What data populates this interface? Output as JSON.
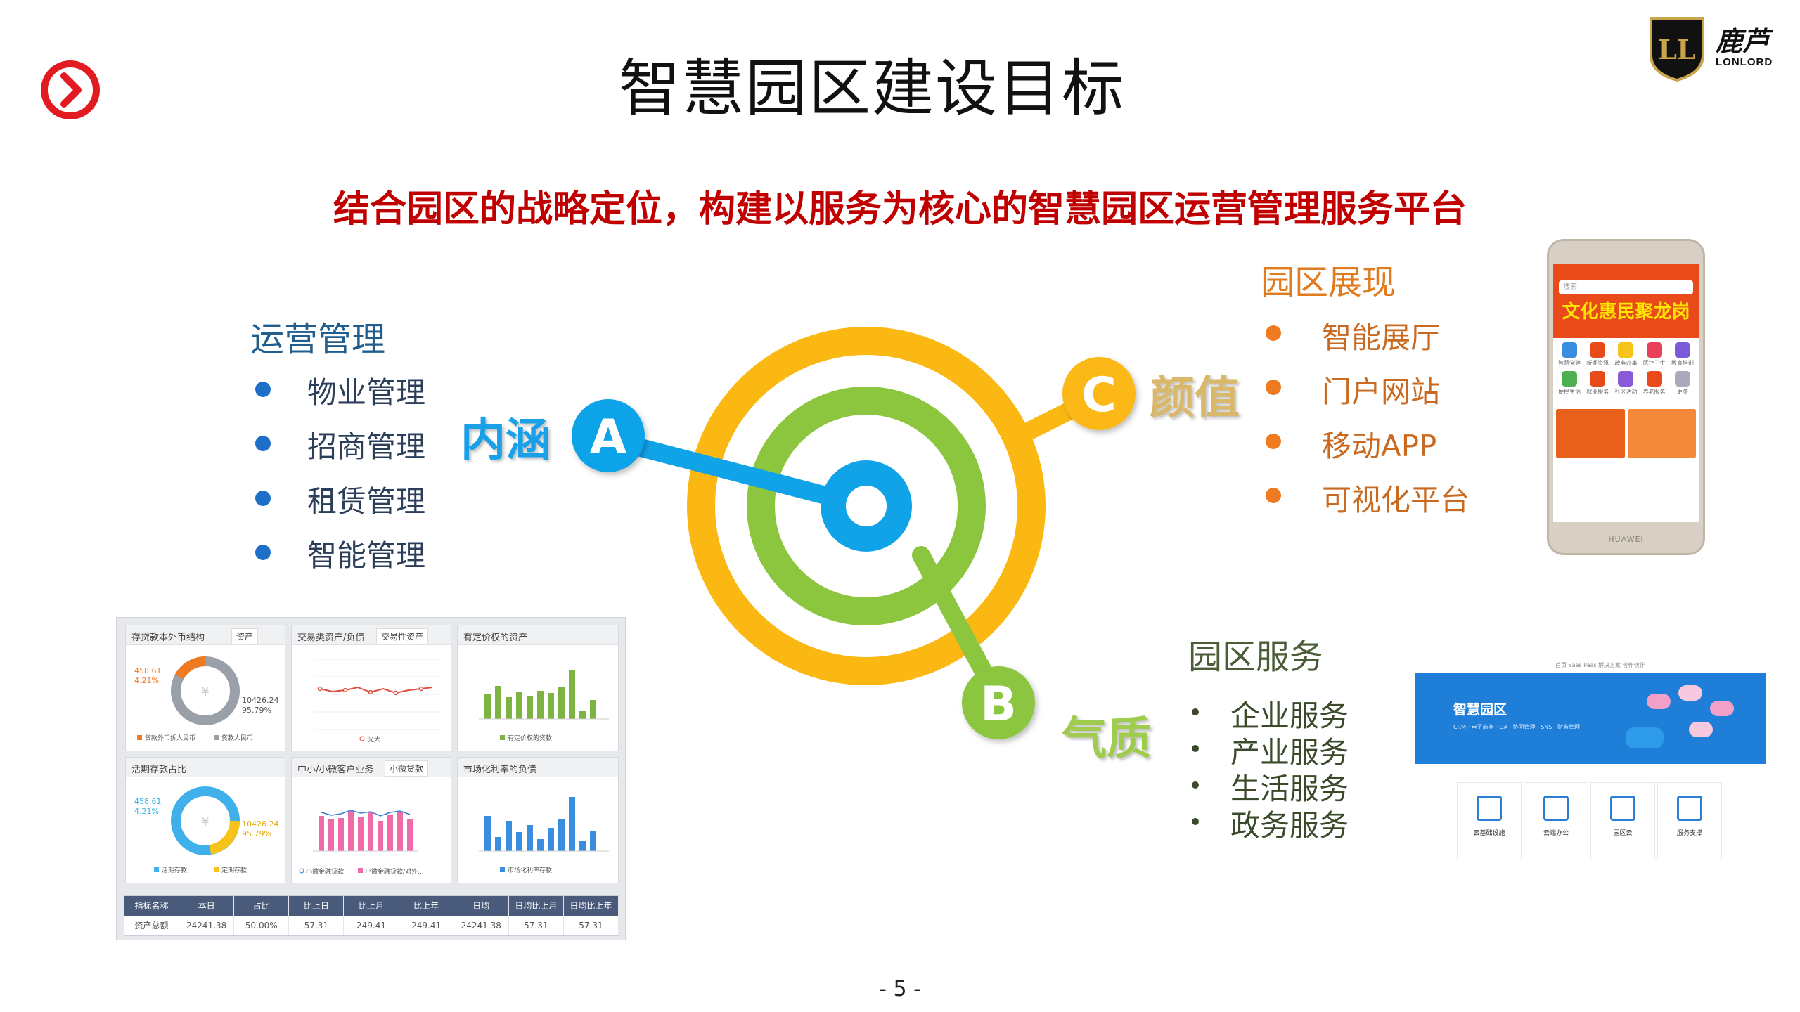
{
  "title": "智慧园区建设目标",
  "subtitle": "结合园区的战略定位，构建以服务为核心的智慧园区运营管理服务平台",
  "brand": {
    "name": "鹿芦",
    "sub": "LONLORD",
    "mark": "LL"
  },
  "ops": {
    "heading": "运营管理",
    "items": [
      "物业管理",
      "招商管理",
      "租赁管理",
      "智能管理"
    ]
  },
  "showcase": {
    "heading": "园区展现",
    "items": [
      "智能展厅",
      "门户网站",
      "移动APP",
      "可视化平台"
    ]
  },
  "services": {
    "heading": "园区服务",
    "items": [
      "企业服务",
      "产业服务",
      "生活服务",
      "政务服务"
    ]
  },
  "diagram": {
    "labels": {
      "a": "A",
      "b": "B",
      "c": "C"
    },
    "words": {
      "a": "内涵",
      "b": "气质",
      "c": "颜值"
    },
    "colors": {
      "outer": "#fbb813",
      "middle": "#8cc63f",
      "inner": "#11a3e8",
      "white": "#ffffff"
    }
  },
  "dashboard": {
    "panels": [
      {
        "title": "存贷款本外币结构",
        "select": "资产",
        "values": [
          "458.61",
          "4.21%",
          "10426.24",
          "95.79%"
        ],
        "legend": [
          "贷款外币折人民币",
          "贷款人民币"
        ]
      },
      {
        "title": "交易类资产/负债",
        "select": "交易性资产",
        "legend": [
          "光大"
        ]
      },
      {
        "title": "有定价权的资产",
        "legend": [
          "有定价权的贷款"
        ]
      },
      {
        "title": "活期存款占比",
        "values": [
          "458.61",
          "4.21%",
          "10426.24",
          "95.79%"
        ],
        "legend": [
          "活期存款",
          "定期存款"
        ]
      },
      {
        "title": "中小/小微客户业务",
        "select": "小微贷款",
        "legend": [
          "小微金融贷款",
          "小微金融贷款/对外..."
        ]
      },
      {
        "title": "市场化利率的负债",
        "legend": [
          "市场化利率存款"
        ]
      }
    ],
    "table": {
      "headers": [
        "指标名称",
        "本日",
        "占比",
        "比上日",
        "比上月",
        "比上年",
        "日均",
        "日均比上月",
        "日均比上年"
      ],
      "row": [
        "资产总额",
        "24241.38",
        "50.00%",
        "57.31",
        "249.41",
        "249.41",
        "24241.38",
        "57.31",
        "57.31"
      ]
    }
  },
  "phone": {
    "search": "搜索",
    "banner": "文化惠民聚龙岗",
    "brand": "HUAWEI",
    "icons": [
      "智慧党建",
      "新闻资讯",
      "政务办事",
      "医疗卫生",
      "教育培训",
      "便民生活",
      "就业服务",
      "社区活动",
      "养老服务",
      "更多"
    ]
  },
  "web": {
    "nav": "首页   Saas   Paas   解决方案   合作伙伴",
    "hero_title": "智慧园区",
    "hero_sub": "CRM · 电子商务 · OA · 协同管理 · SNS · 财务管理",
    "cards": [
      "云基础设施",
      "云端办公",
      "园区云",
      "服务支撑"
    ]
  },
  "page_number": "- 5 -"
}
